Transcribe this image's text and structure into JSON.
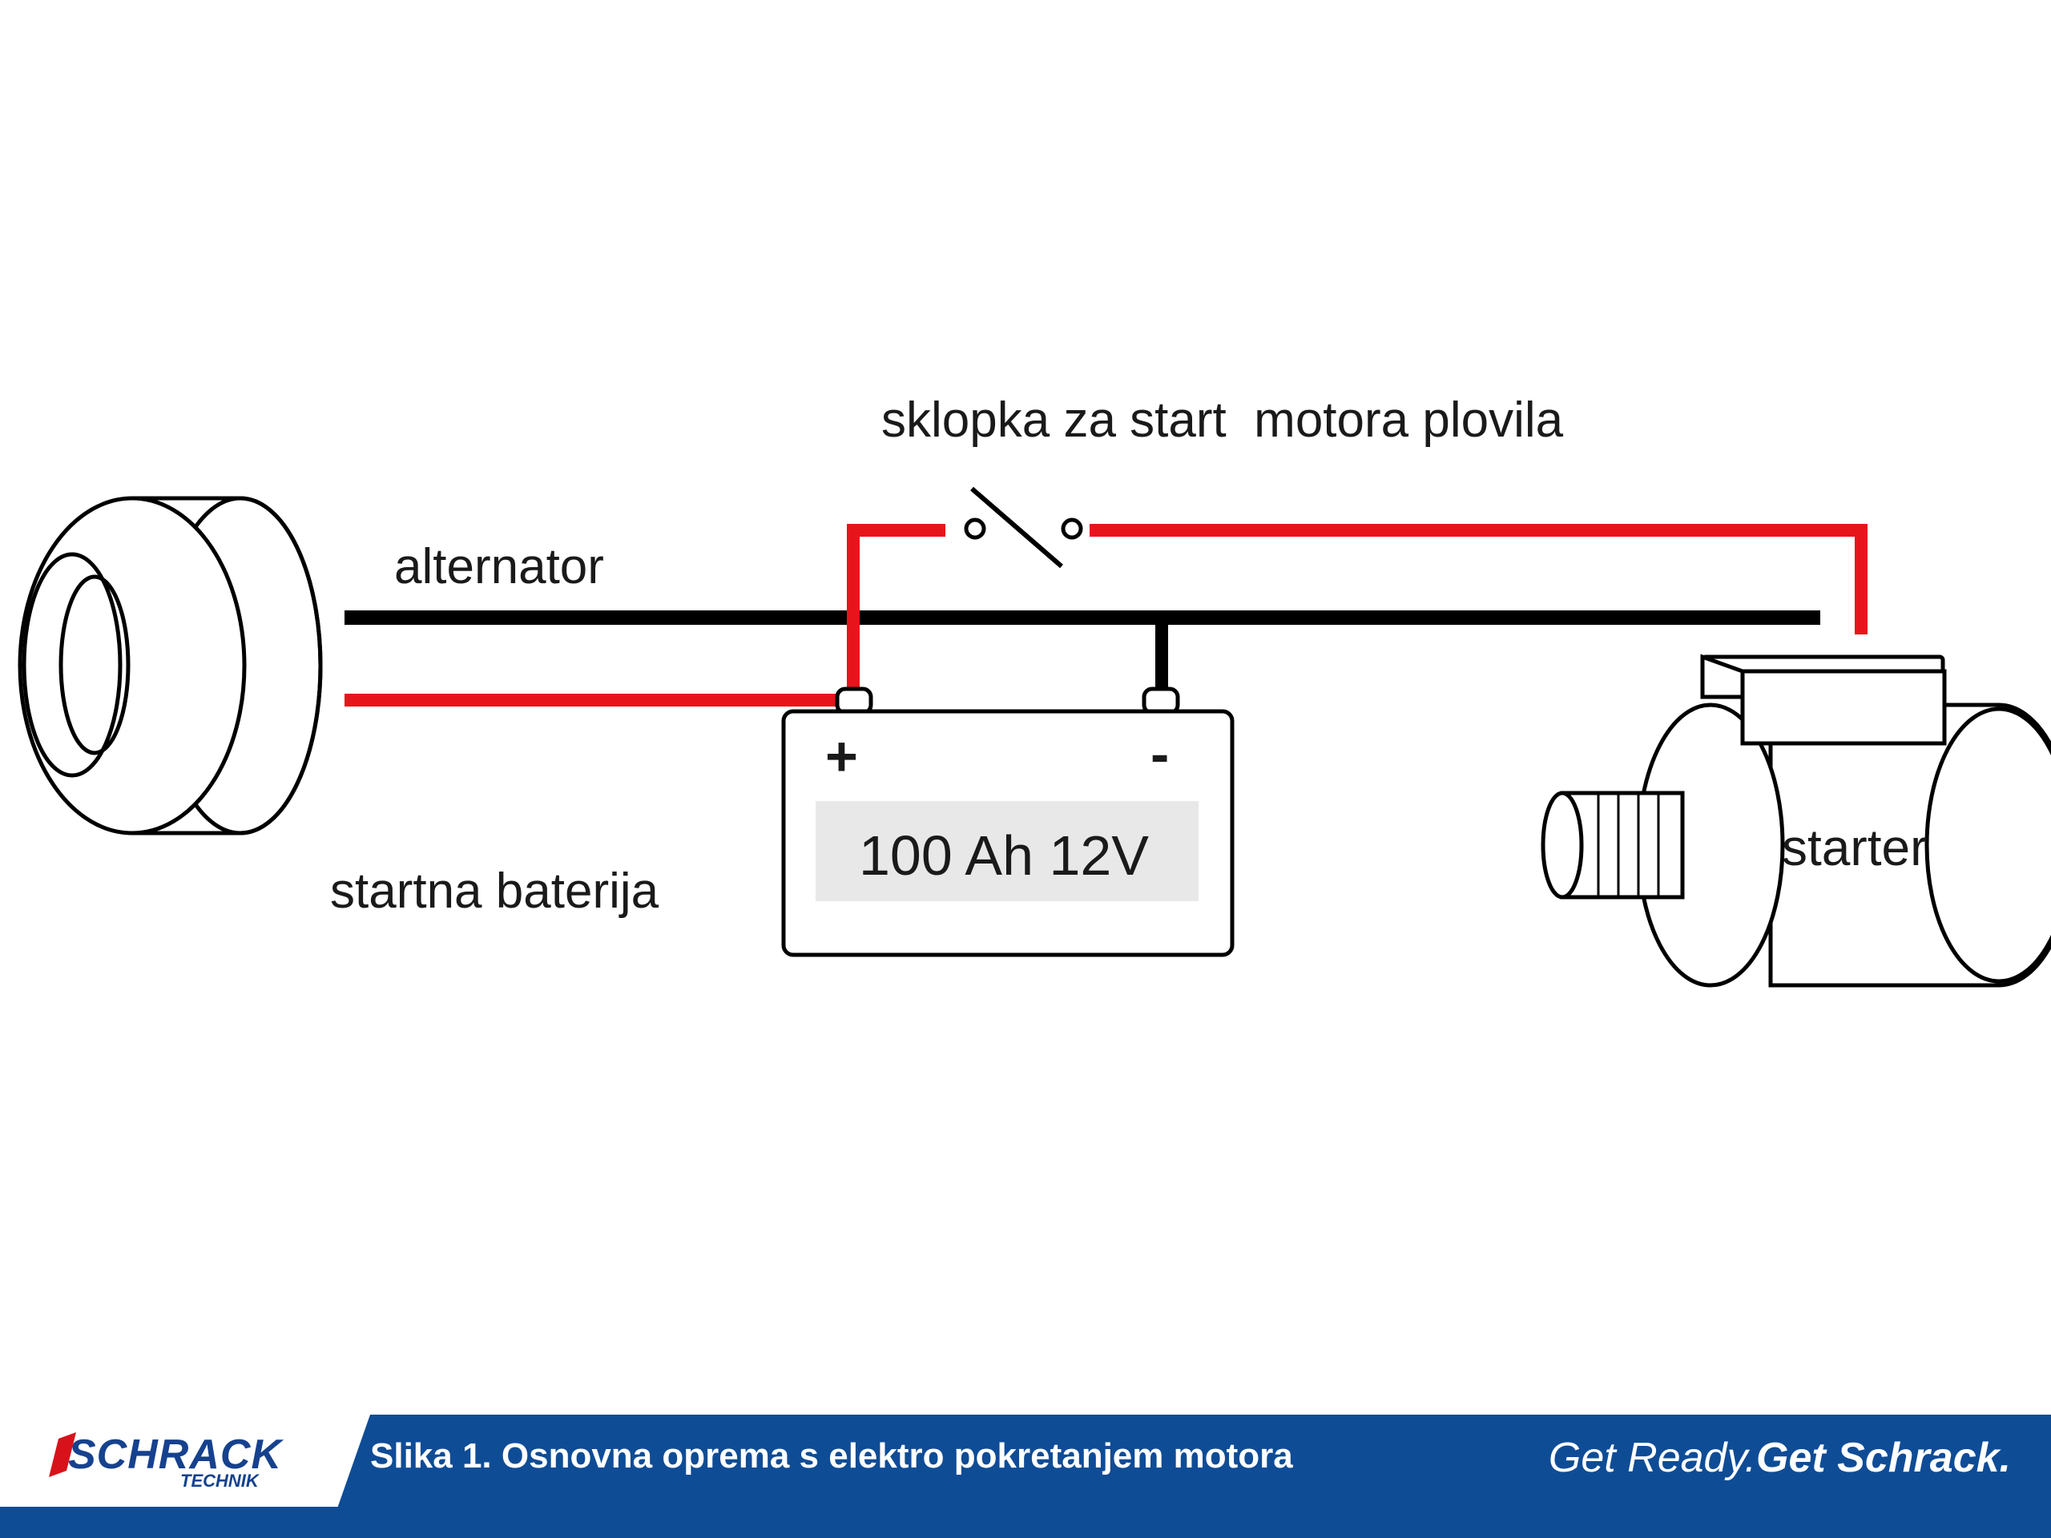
{
  "labels": {
    "switch": "sklopka za start  motora plovila",
    "alternator": "alternator",
    "battery_name": "startna baterija",
    "battery_rating": "100 Ah 12V",
    "battery_plus": "+",
    "battery_minus": "-",
    "starter": "starter"
  },
  "footer": {
    "caption": "Slika 1. Osnovna oprema s elektro pokretanjem motora",
    "slogan_regular": "Get Ready.",
    "slogan_bold": "Get Schrack.",
    "logo_main": "SCHRACK",
    "logo_sub": "TECHNIK"
  },
  "colors": {
    "wire_positive": "#e8141c",
    "wire_negative": "#000000",
    "footer_bg": "#0f4c96",
    "logo": "#16418e",
    "logo_accent": "#d8121b",
    "battery_label_bg": "#e8e8e8"
  },
  "icons": {
    "alternator": "alternator-icon",
    "battery": "battery-icon",
    "starter": "starter-motor-icon",
    "switch": "switch-icon"
  }
}
